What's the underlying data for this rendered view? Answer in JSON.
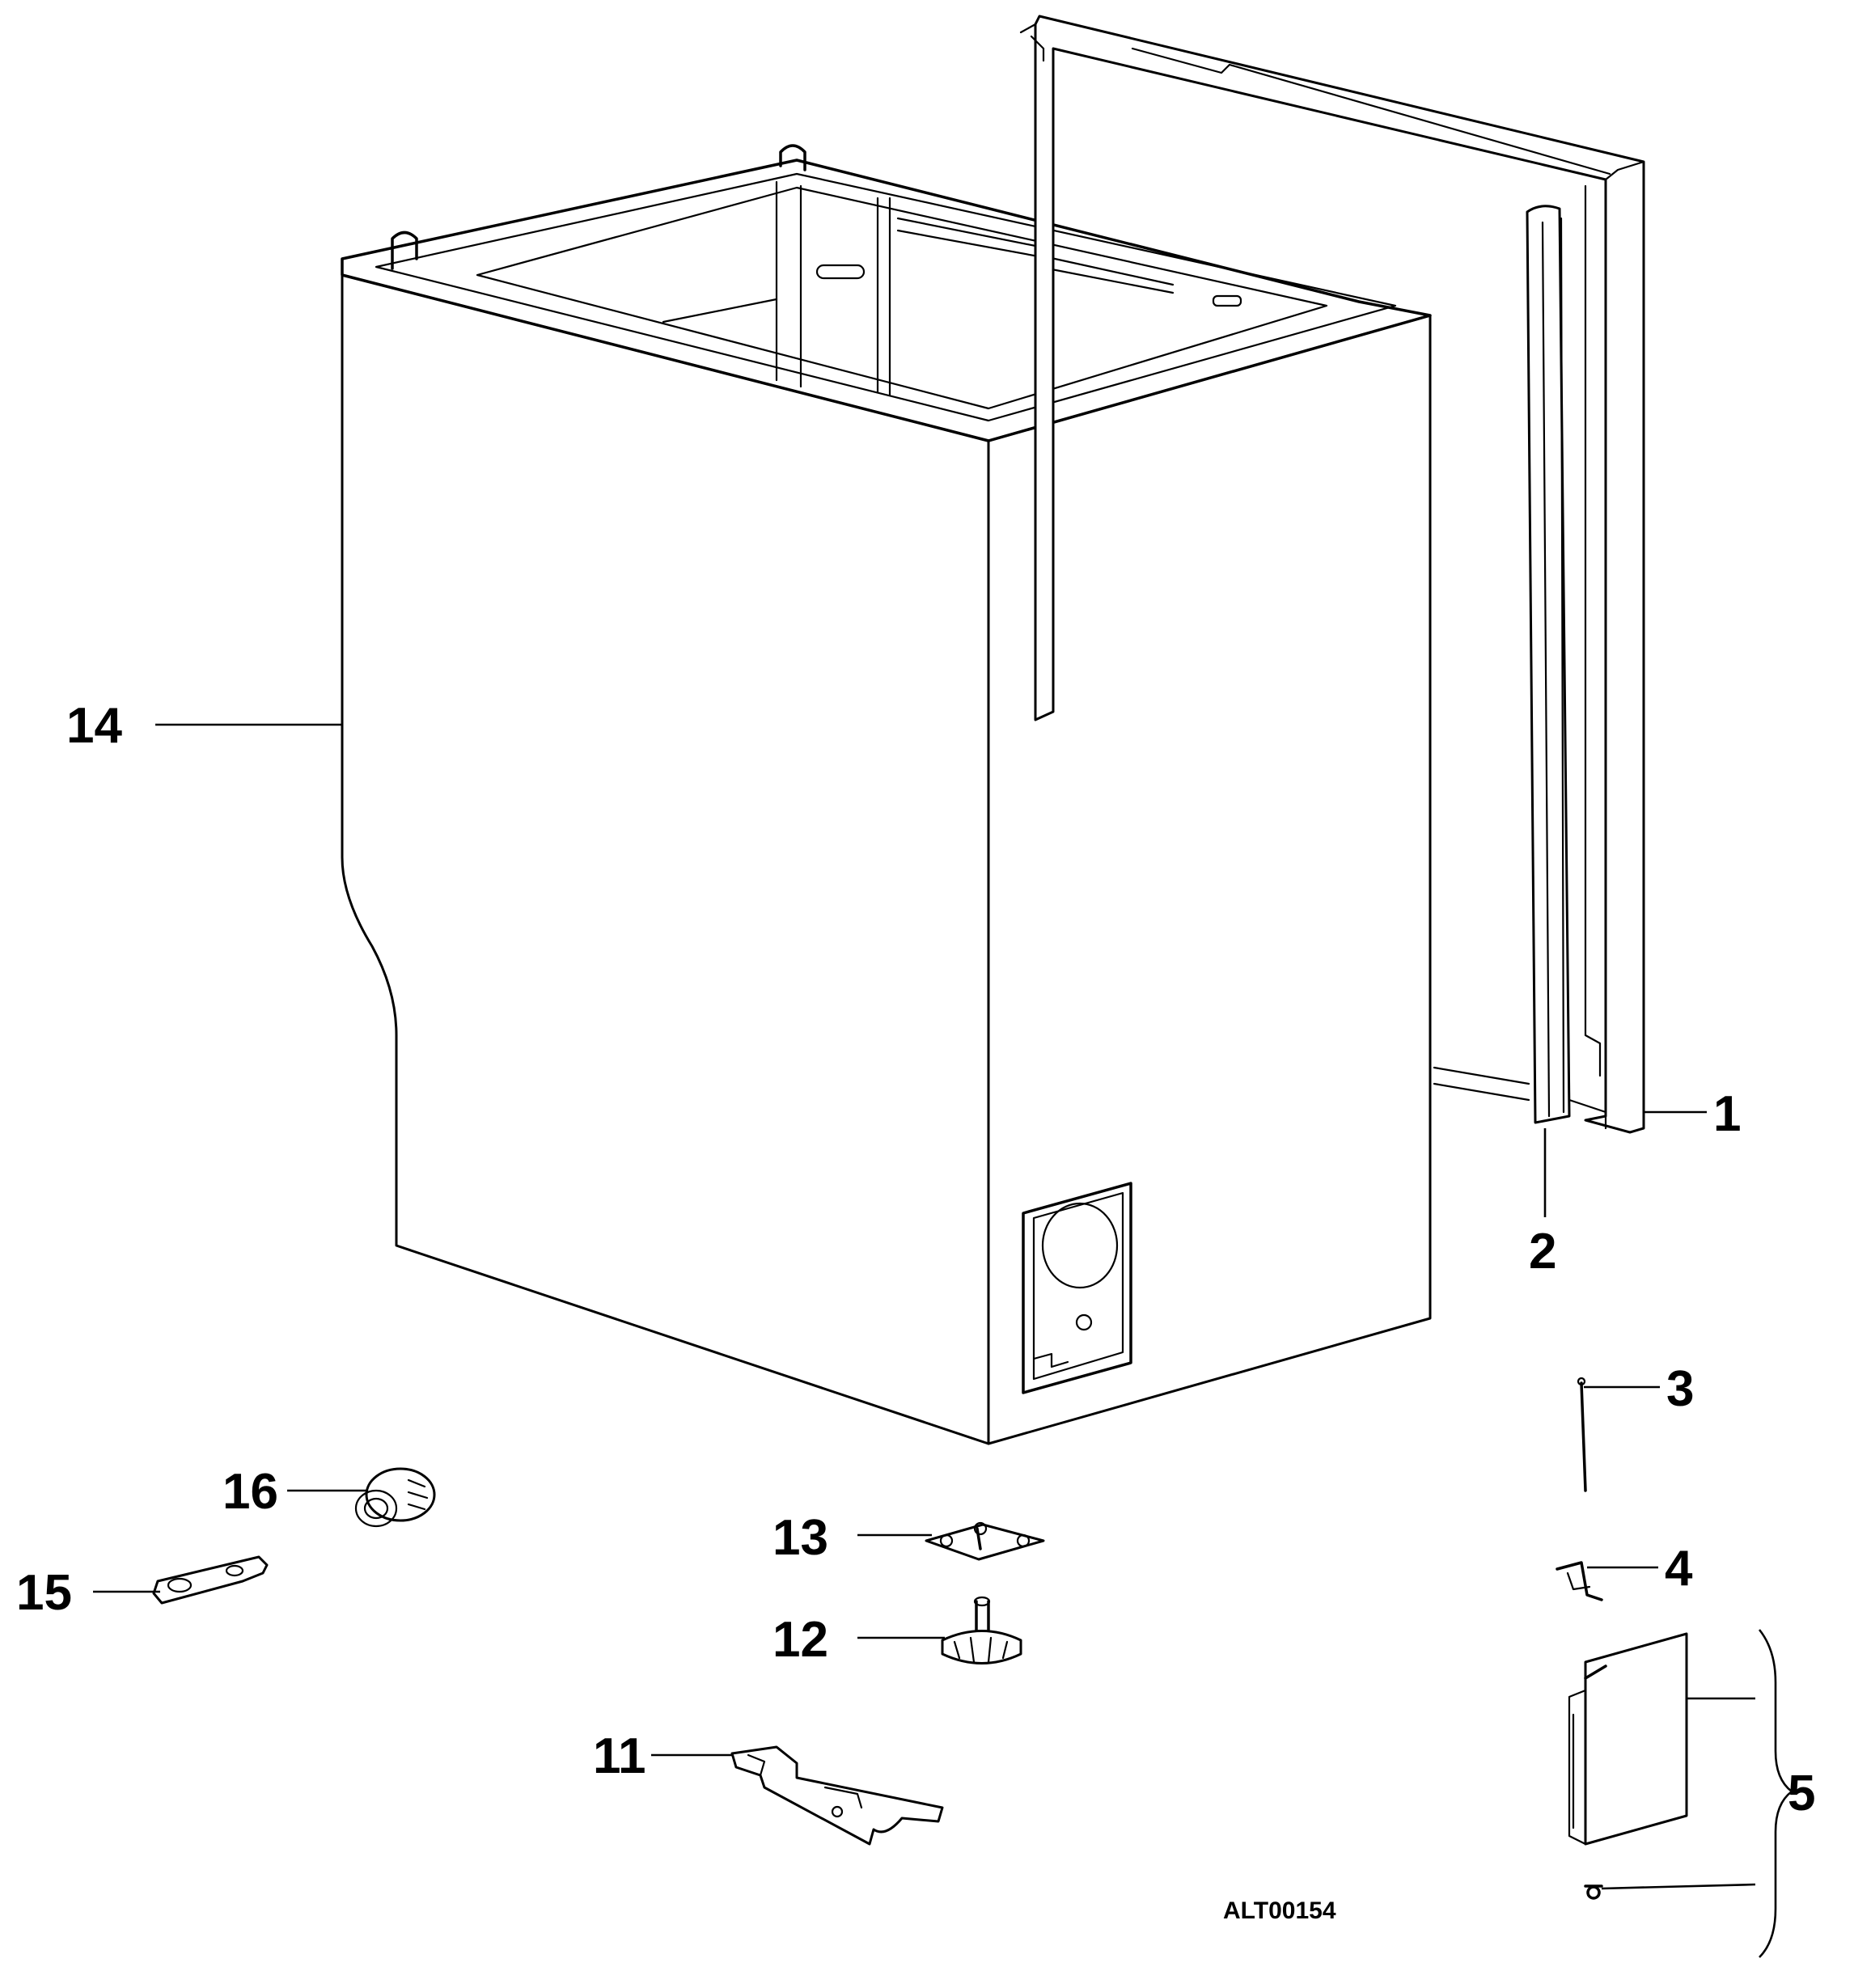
{
  "diagram": {
    "drawing_code": "ALT00154",
    "callouts": [
      {
        "id": "1",
        "label": "1"
      },
      {
        "id": "2",
        "label": "2"
      },
      {
        "id": "3",
        "label": "3"
      },
      {
        "id": "4",
        "label": "4"
      },
      {
        "id": "5",
        "label": "5"
      },
      {
        "id": "11",
        "label": "11"
      },
      {
        "id": "12",
        "label": "12"
      },
      {
        "id": "13",
        "label": "13"
      },
      {
        "id": "14",
        "label": "14"
      },
      {
        "id": "15",
        "label": "15"
      },
      {
        "id": "16",
        "label": "16"
      }
    ]
  }
}
